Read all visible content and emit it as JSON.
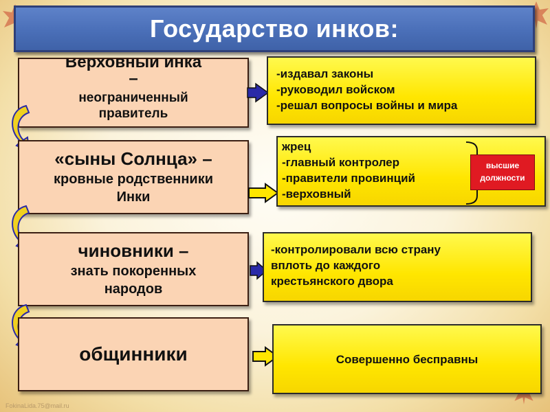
{
  "title": "Государство инков:",
  "levels": [
    {
      "heading_lines": [
        "Верховный инка",
        "–"
      ],
      "sub_lines": [
        "неограниченный",
        "правитель"
      ],
      "details": [
        "-издавал законы",
        "-руководил войском",
        "-решал вопросы войны и мира"
      ]
    },
    {
      "heading_lines": [
        "«сыны Солнца» –"
      ],
      "sub_lines": [
        "кровные родственники",
        "Инки"
      ],
      "details": [
        "жрец",
        "-главный контролер",
        "-правители провинций",
        "-верховный"
      ],
      "note": {
        "lines": [
          "высшие",
          "должности"
        ]
      }
    },
    {
      "heading_lines": [
        "чиновники –"
      ],
      "sub_lines": [
        "знать покоренных",
        "народов"
      ],
      "details": [
        "-контролировали всю страну",
        "вплоть до каждого",
        "крестьянского двора"
      ]
    },
    {
      "heading_lines": [
        "общинники"
      ],
      "sub_lines": [],
      "details": [
        "Совершенно бесправны"
      ]
    }
  ],
  "watermark": "FokinaLida.75@mail.ru",
  "colors": {
    "title_bg": "#4a6fb8",
    "left_box": "#fbd4b4",
    "right_box": "#ffee00",
    "note_box": "#e01a22",
    "connector": "#2a2aa8",
    "curl": "#f0d020"
  }
}
